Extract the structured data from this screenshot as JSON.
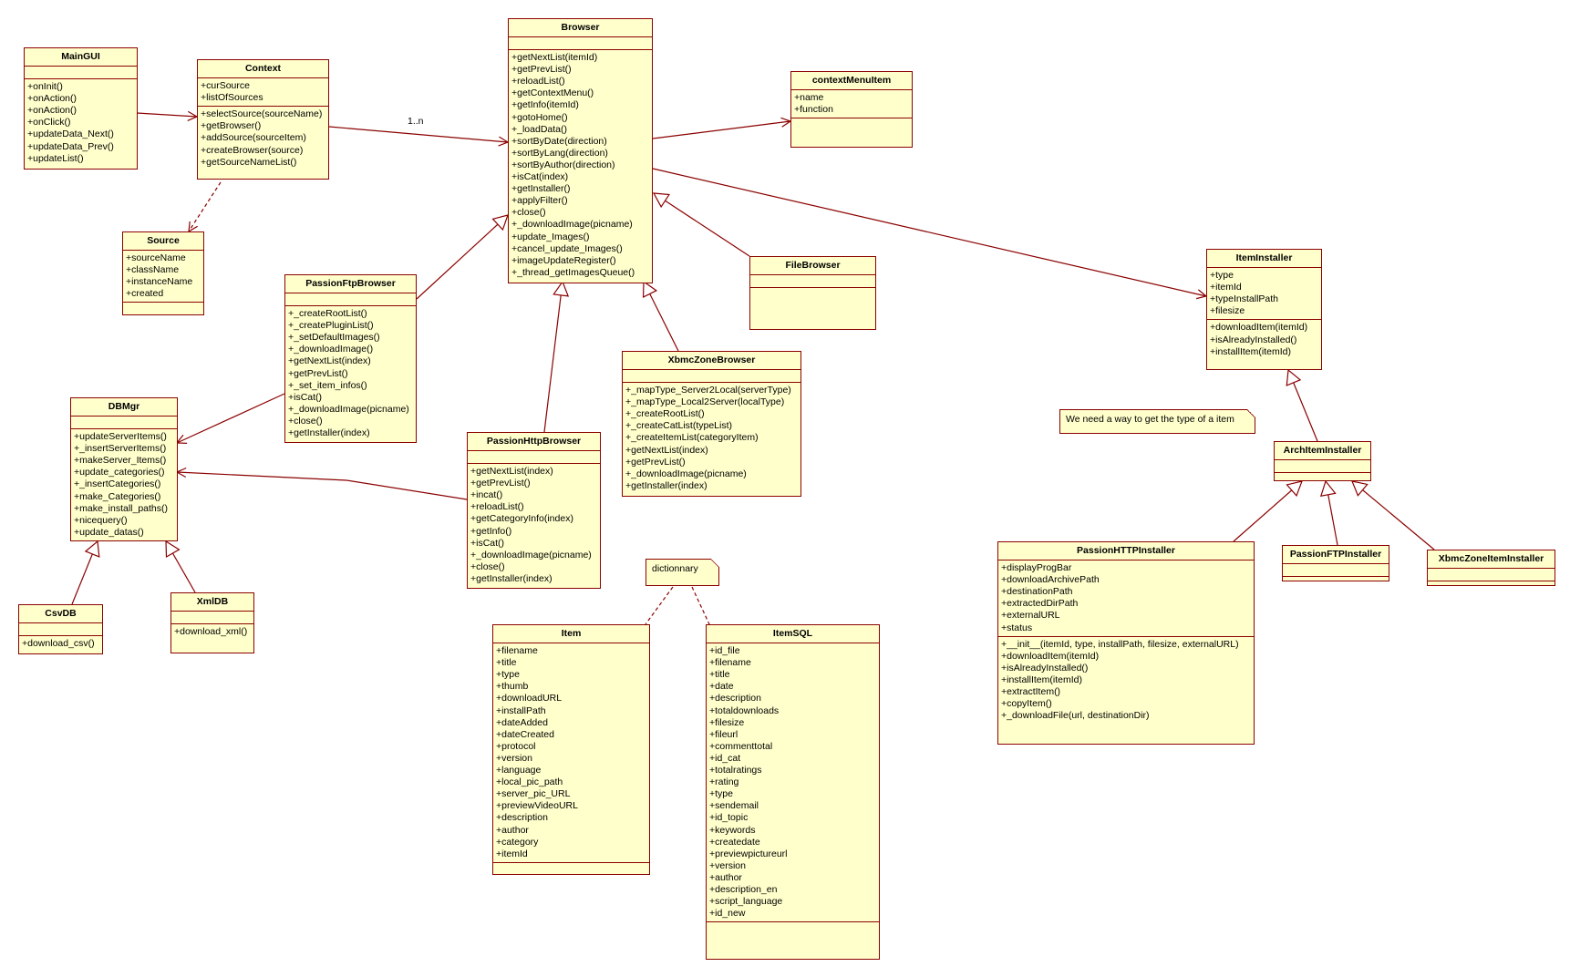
{
  "classes": {
    "maingui": {
      "name": "MainGUI",
      "attributes": [],
      "operations": [
        "+onInit()",
        "+onAction()",
        "+onAction()",
        "+onClick()",
        "+updateData_Next()",
        "+updateData_Prev()",
        "+updateList()"
      ]
    },
    "context": {
      "name": "Context",
      "attributes": [
        "+curSource",
        "+listOfSources"
      ],
      "operations": [
        "+selectSource(sourceName)",
        "+getBrowser()",
        "+addSource(sourceItem)",
        "+createBrowser(source)",
        "+getSourceNameList()"
      ]
    },
    "source": {
      "name": "Source",
      "attributes": [
        "+sourceName",
        "+className",
        "+instanceName",
        "+created"
      ],
      "operations": []
    },
    "browser": {
      "name": "Browser",
      "attributes": [],
      "operations": [
        "+getNextList(itemId)",
        "+getPrevList()",
        "+reloadList()",
        "+getContextMenu()",
        "+getInfo(itemId)",
        "+gotoHome()",
        "+_loadData()",
        "+sortByDate(direction)",
        "+sortByLang(direction)",
        "+sortByAuthor(direction)",
        "+isCat(index)",
        "+getInstaller()",
        "+applyFilter()",
        "+close()",
        "+_downloadImage(picname)",
        "+update_Images()",
        "+cancel_update_Images()",
        "+imageUpdateRegister()",
        "+_thread_getImagesQueue()"
      ]
    },
    "contextmenuitem": {
      "name": "contextMenuItem",
      "attributes": [
        "+name",
        "+function"
      ],
      "operations": []
    },
    "passionftpbrowser": {
      "name": "PassionFtpBrowser",
      "attributes": [],
      "operations": [
        "+_createRootList()",
        "+_createPluginList()",
        "+_setDefaultImages()",
        "+_downloadImage()",
        "+getNextList(index)",
        "+getPrevList()",
        "+_set_item_infos()",
        "+isCat()",
        "+_downloadImage(picname)",
        "+close()",
        "+getInstaller(index)"
      ]
    },
    "filebrowser": {
      "name": "FileBrowser",
      "attributes": [],
      "operations": []
    },
    "xbmczonebrowser": {
      "name": "XbmcZoneBrowser",
      "attributes": [],
      "operations": [
        "+_mapType_Server2Local(serverType)",
        "+_mapType_Local2Server(localType)",
        "+_createRootList()",
        "+_createCatList(typeList)",
        "+_createItemList(categoryItem)",
        "+getNextList(index)",
        "+getPrevList()",
        "+_downloadImage(picname)",
        "+getInstaller(index)"
      ]
    },
    "passionhttpbrowser": {
      "name": "PassionHttpBrowser",
      "attributes": [],
      "operations": [
        "+getNextList(index)",
        "+getPrevList()",
        "+incat()",
        "+reloadList()",
        "+getCategoryInfo(index)",
        "+getInfo()",
        "+isCat()",
        "+_downloadImage(picname)",
        "+close()",
        "+getInstaller(index)"
      ]
    },
    "dbmgr": {
      "name": "DBMgr",
      "attributes": [],
      "operations": [
        "+updateServerItems()",
        "+_insertServerItems()",
        "+makeServer_Items()",
        "+update_categories()",
        "+_insertCategories()",
        "+make_Categories()",
        "+make_install_paths()",
        "+nicequery()",
        "+update_datas()"
      ]
    },
    "csvdb": {
      "name": "CsvDB",
      "attributes": [],
      "operations": [
        "+download_csv()"
      ]
    },
    "xmldb": {
      "name": "XmlDB",
      "attributes": [],
      "operations": [
        "+download_xml()"
      ]
    },
    "item": {
      "name": "Item",
      "attributes": [
        "+filename",
        "+title",
        "+type",
        "+thumb",
        "+downloadURL",
        "+installPath",
        "+dateAdded",
        "+dateCreated",
        "+protocol",
        "+version",
        "+language",
        "+local_pic_path",
        "+server_pic_URL",
        "+previewVideoURL",
        "+description",
        "+author",
        "+category",
        "+itemId"
      ],
      "operations": []
    },
    "itemsql": {
      "name": "ItemSQL",
      "attributes": [
        "+id_file",
        "+filename",
        "+title",
        "+date",
        "+description",
        "+totaldownloads",
        "+filesize",
        "+fileurl",
        "+commenttotal",
        "+id_cat",
        "+totalratings",
        "+rating",
        "+type",
        "+sendemail",
        "+id_topic",
        "+keywords",
        "+createdate",
        "+previewpictureurl",
        "+version",
        "+author",
        "+description_en",
        "+script_language",
        "+id_new"
      ],
      "operations": []
    },
    "iteminstaller": {
      "name": "ItemInstaller",
      "attributes": [
        "+type",
        "+itemId",
        "+typeInstallPath",
        "+filesize"
      ],
      "operations": [
        "+downloadItem(itemId)",
        "+isAlreadyInstalled()",
        "+installItem(itemId)"
      ]
    },
    "architeminstaller": {
      "name": "ArchItemInstaller",
      "attributes": [],
      "operations": []
    },
    "passionhttpinstaller": {
      "name": "PassionHTTPInstaller",
      "attributes": [
        "+displayProgBar",
        "+downloadArchivePath",
        "+destinationPath",
        "+extractedDirPath",
        "+externalURL",
        "+status"
      ],
      "operations": [
        "+__init__(itemId, type, installPath, filesize, externalURL)",
        "+downloadItem(itemId)",
        "+isAlreadyInstalled()",
        "+installItem(itemId)",
        "+extractItem()",
        "+copyItem()",
        "+_downloadFile(url, destinationDir)"
      ]
    },
    "passionftpinstaller": {
      "name": "PassionFTPInstaller",
      "attributes": [],
      "operations": []
    },
    "xbmczoneiteminstaller": {
      "name": "XbmcZoneItemInstaller",
      "attributes": [],
      "operations": []
    }
  },
  "notes": {
    "item_type_note": "We need a way to get the type of a item",
    "dictionary_note": "dictionnary"
  },
  "labels": {
    "multiplicity": "1..n"
  },
  "colors": {
    "fill": "#ffffcc",
    "stroke": "#8b0000"
  }
}
